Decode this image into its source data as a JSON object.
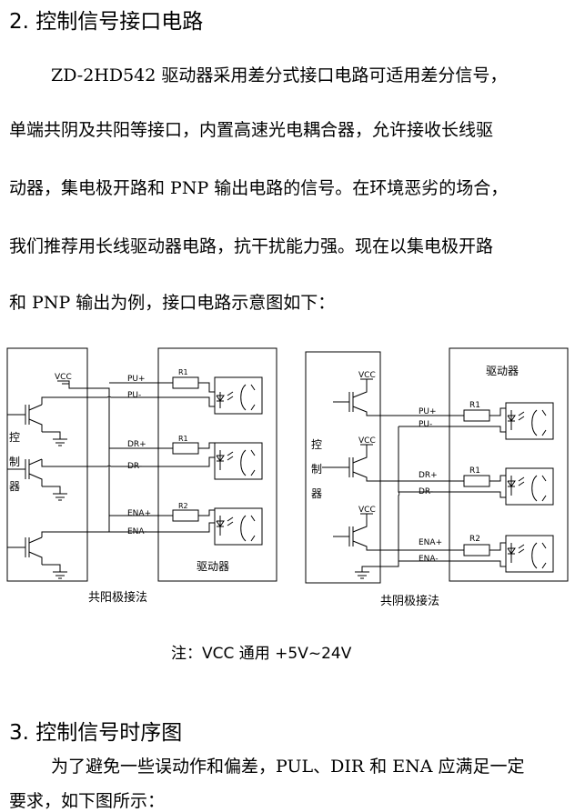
{
  "section2": {
    "heading": "2. 控制信号接口电路",
    "lines": [
      "ZD-2HD542 驱动器采用差分式接口电路可适用差分信号，",
      "单端共阴及共阳等接口，内置高速光电耦合器，允许接收长线驱",
      "动器，集电极开路和 PNP 输出电路的信号。在环境恶劣的场合，",
      "我们推荐用长线驱动器电路，抗干扰能力强。现在以集电极开路",
      "和 PNP 输出为例，接口电路示意图如下："
    ]
  },
  "diagram_left": {
    "vcc": "VCC",
    "controller_chars": [
      "控",
      "制",
      "器"
    ],
    "signals": [
      "PU+",
      "PU-",
      "DR+",
      "DR-",
      "ENA+",
      "ENA-"
    ],
    "resistors": [
      "R1",
      "R1",
      "R2"
    ],
    "driver_label": "驱动器",
    "caption": "共阳极接法"
  },
  "diagram_right": {
    "vcc": [
      "VCC",
      "VCC",
      "VCC"
    ],
    "controller_chars": [
      "控",
      "制",
      "器"
    ],
    "signals": [
      "PU+",
      "PU-",
      "DR+",
      "DR-",
      "ENA+",
      "ENA-"
    ],
    "resistors": [
      "R1",
      "R1",
      "R2"
    ],
    "driver_label": "驱动器",
    "caption": "共阴极接法"
  },
  "note": "注：VCC 通用 +5V~24V",
  "section3": {
    "heading": "3. 控制信号时序图",
    "lines": [
      "为了避免一些误动作和偏差，PUL、DIR 和 ENA 应满足一定",
      "要求，如下图所示："
    ]
  }
}
